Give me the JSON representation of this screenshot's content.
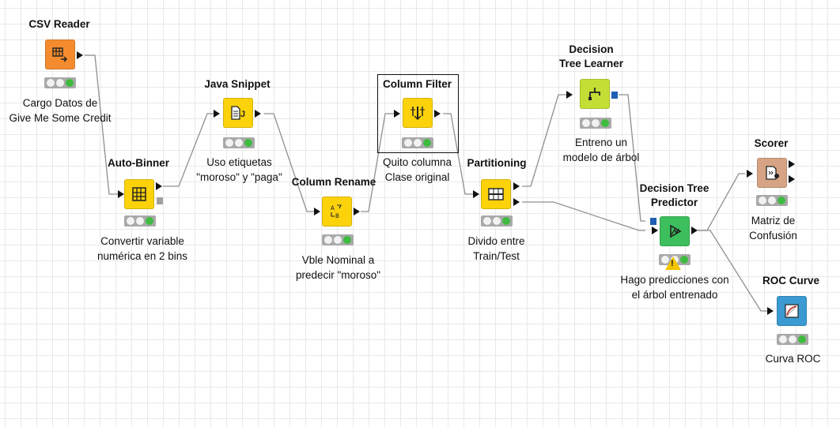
{
  "nodes": {
    "csv_reader": {
      "title": "CSV Reader",
      "desc_line1": "Cargo Datos de",
      "desc_line2": "Give Me Some Credit",
      "color": "#f48c2f",
      "icon": "table-reader-icon"
    },
    "auto_binner": {
      "title": "Auto-Binner",
      "desc_line1": "Convertir variable",
      "desc_line2": "numérica en 2 bins",
      "color": "#fcd20b",
      "icon": "binner-icon"
    },
    "java_snippet": {
      "title": "Java Snippet",
      "desc_line1": "Uso etiquetas",
      "desc_line2": "\"moroso\" y \"paga\"",
      "color": "#fcd20b",
      "icon": "java-file-icon"
    },
    "column_rename": {
      "title": "Column Rename",
      "desc_line1": "Vble Nominal a",
      "desc_line2": "predecir \"moroso\"",
      "color": "#fcd20b",
      "icon": "rename-icon"
    },
    "column_filter": {
      "title": "Column Filter",
      "desc_line1": "Quito columna",
      "desc_line2": "Clase original",
      "color": "#fcd20b",
      "icon": "filter-columns-icon"
    },
    "partitioning": {
      "title": "Partitioning",
      "desc_line1": "Divido entre",
      "desc_line2": "Train/Test",
      "color": "#fcd20b",
      "icon": "partition-icon"
    },
    "dt_learner": {
      "title_line1": "Decision",
      "title_line2": "Tree Learner",
      "desc_line1": "Entreno un",
      "desc_line2": "modelo de árbol",
      "color": "#c4de35",
      "icon": "tree-learner-icon"
    },
    "dt_predictor": {
      "title_line1": "Decision Tree",
      "title_line2": "Predictor",
      "desc_line1": "Hago predicciones con",
      "desc_line2": "el árbol entrenado",
      "color": "#3cbf5c",
      "icon": "predictor-icon",
      "warning": "!"
    },
    "scorer": {
      "title": "Scorer",
      "desc_line1": "Matriz de",
      "desc_line2": "Confusión",
      "color": "#d6a484",
      "icon": "scorer-icon"
    },
    "roc_curve": {
      "title": "ROC Curve",
      "desc_line1": "Curva ROC",
      "color": "#3a9ad1",
      "icon": "roc-chart-icon"
    }
  },
  "colors": {
    "wire": "#8a8a8a",
    "model_port": "#1e5fb4",
    "status_green": "#3fbb3f",
    "warning": "#f3c400"
  }
}
